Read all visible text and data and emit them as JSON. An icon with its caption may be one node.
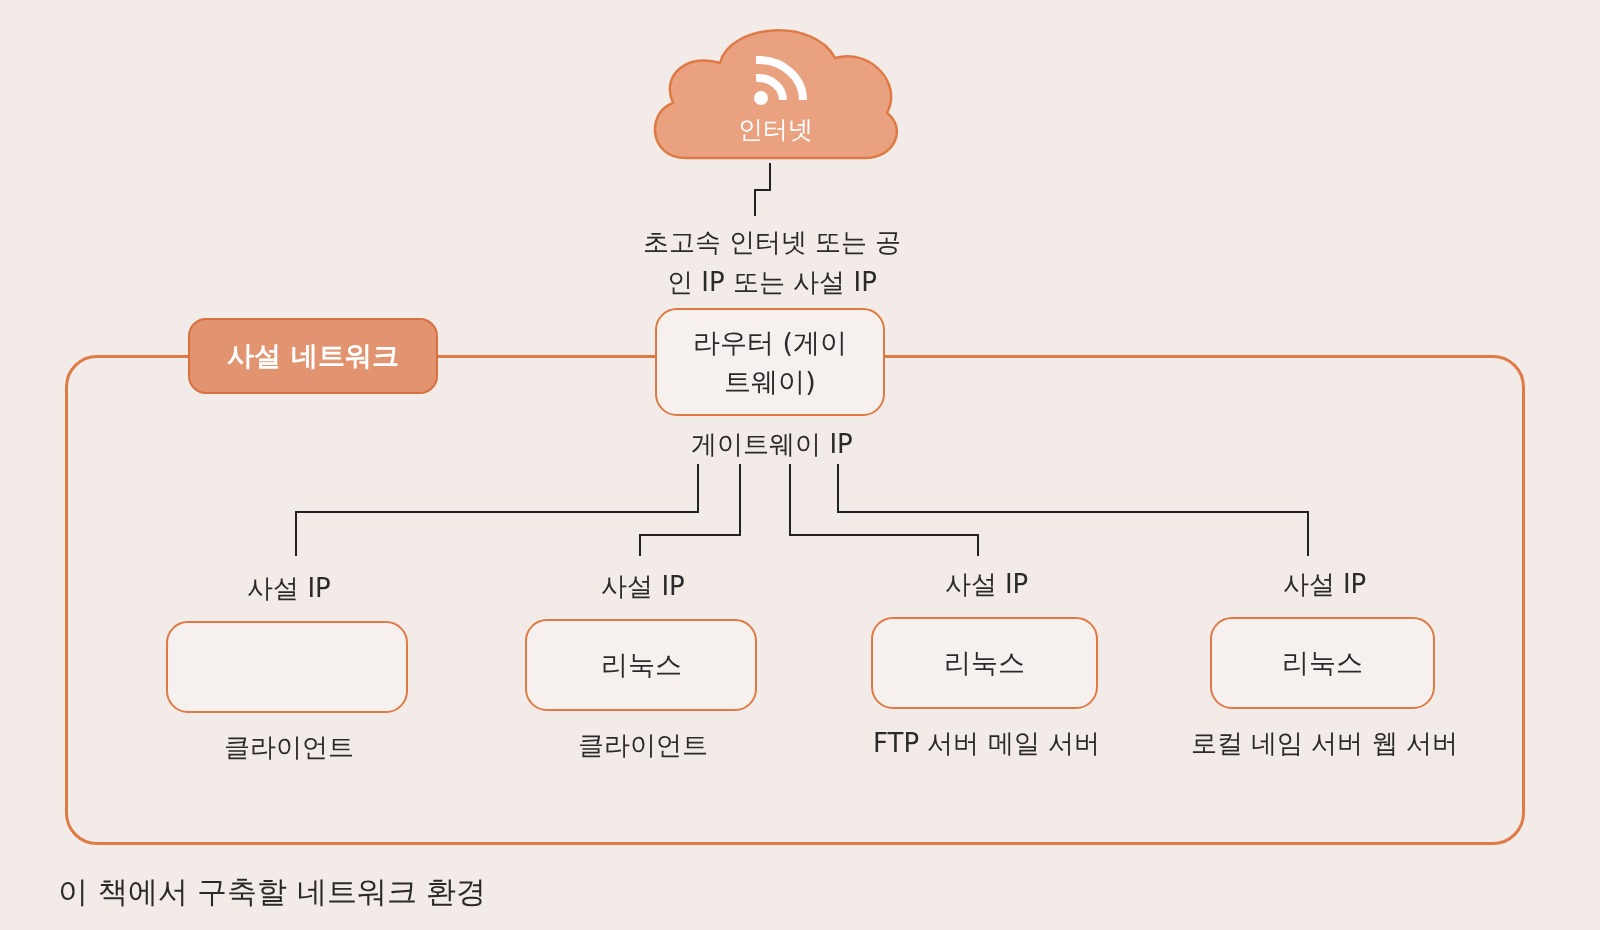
{
  "diagram": {
    "caption": "이 책에서 구축할 네트워크 환경",
    "nodes": [
      {
        "text": [
          "인터넷"
        ]
      },
      {
        "text": [
          "사설 네트워크"
        ]
      },
      {
        "text": [
          "라우터 (게이트웨이)"
        ],
        "beside": [
          "초고속 인터넷 또는 공인 IP 또는 사설 IP",
          "게이트웨이 IP"
        ]
      },
      {
        "text": [],
        "shape": "box",
        "in": 1,
        "beside": [
          "사설 IP",
          "클라이언트"
        ]
      },
      {
        "text": [
          "리눅스"
        ],
        "in": 1,
        "beside": [
          "사설 IP",
          "클라이언트"
        ]
      },
      {
        "text": [
          "리눅스"
        ],
        "in": 1,
        "beside": [
          "사설 IP",
          "FTP 서버 메일 서버"
        ]
      },
      {
        "text": [
          "리눅스"
        ],
        "in": 1,
        "beside": [
          "사설 IP",
          "로컬 네임 서버 웹 서버"
        ]
      }
    ],
    "edges": [
      {
        "from": 0,
        "to": 2,
        "arrow": "none"
      },
      {
        "from": 2,
        "to": 3,
        "arrow": "none"
      },
      {
        "from": 2,
        "to": 4,
        "arrow": "none"
      },
      {
        "from": 2,
        "to": 5,
        "arrow": "none"
      },
      {
        "from": 2,
        "to": 6,
        "arrow": "none"
      }
    ]
  }
}
